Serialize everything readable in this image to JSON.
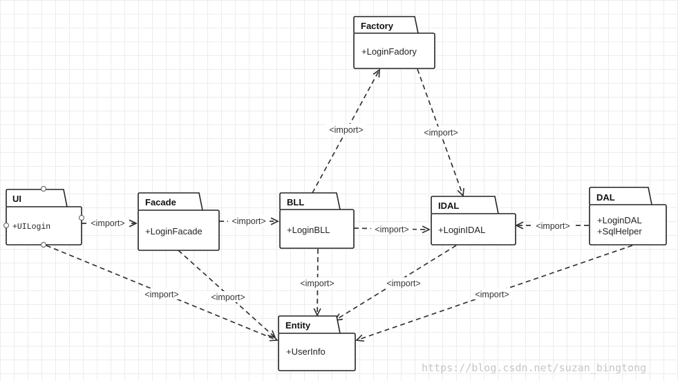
{
  "diagram": {
    "packages": [
      {
        "id": "factory",
        "name": "Factory",
        "members": [
          "+LoginFadory"
        ]
      },
      {
        "id": "ui",
        "name": "UI",
        "members": [
          "+UILogin"
        ]
      },
      {
        "id": "facade",
        "name": "Facade",
        "members": [
          "+LoginFacade"
        ]
      },
      {
        "id": "bll",
        "name": "BLL",
        "members": [
          "+LoginBLL"
        ]
      },
      {
        "id": "idal",
        "name": "IDAL",
        "members": [
          "+LoginIDAL"
        ]
      },
      {
        "id": "dal",
        "name": "DAL",
        "members": [
          "+LoginDAL",
          "+SqlHelper"
        ]
      },
      {
        "id": "entity",
        "name": "Entity",
        "members": [
          "+UserInfo"
        ]
      }
    ],
    "dependencies": [
      {
        "from": "ui",
        "to": "facade",
        "label": "<import>"
      },
      {
        "from": "facade",
        "to": "bll",
        "label": "<import>"
      },
      {
        "from": "bll",
        "to": "idal",
        "label": "<import>"
      },
      {
        "from": "dal",
        "to": "idal",
        "label": "<import>"
      },
      {
        "from": "bll",
        "to": "factory",
        "label": "<import>"
      },
      {
        "from": "factory",
        "to": "idal",
        "label": "<import>"
      },
      {
        "from": "ui",
        "to": "entity",
        "label": "<import>"
      },
      {
        "from": "facade",
        "to": "entity",
        "label": "<import>"
      },
      {
        "from": "bll",
        "to": "entity",
        "label": "<import>"
      },
      {
        "from": "idal",
        "to": "entity",
        "label": "<import>"
      },
      {
        "from": "dal",
        "to": "entity",
        "label": "<import>"
      }
    ]
  },
  "watermark": "https://blog.csdn.net/suzan_bingtong"
}
